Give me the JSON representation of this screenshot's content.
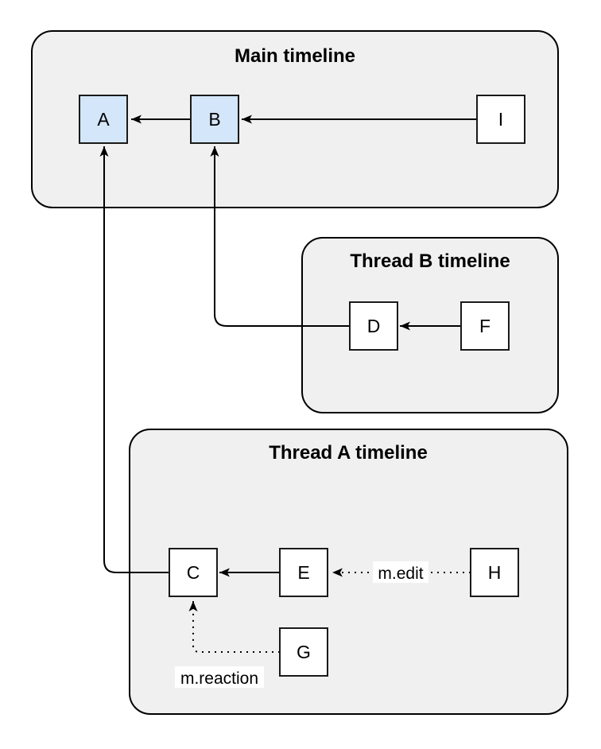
{
  "diagram": {
    "containers": [
      {
        "id": "main-timeline",
        "title": "Main timeline"
      },
      {
        "id": "thread-b-timeline",
        "title": "Thread B timeline"
      },
      {
        "id": "thread-a-timeline",
        "title": "Thread A timeline"
      }
    ],
    "nodes": [
      {
        "id": "A",
        "label": "A",
        "container": "main-timeline",
        "highlighted": true
      },
      {
        "id": "B",
        "label": "B",
        "container": "main-timeline",
        "highlighted": true
      },
      {
        "id": "I",
        "label": "I",
        "container": "main-timeline",
        "highlighted": false
      },
      {
        "id": "D",
        "label": "D",
        "container": "thread-b-timeline",
        "highlighted": false
      },
      {
        "id": "F",
        "label": "F",
        "container": "thread-b-timeline",
        "highlighted": false
      },
      {
        "id": "C",
        "label": "C",
        "container": "thread-a-timeline",
        "highlighted": false
      },
      {
        "id": "E",
        "label": "E",
        "container": "thread-a-timeline",
        "highlighted": false
      },
      {
        "id": "H",
        "label": "H",
        "container": "thread-a-timeline",
        "highlighted": false
      },
      {
        "id": "G",
        "label": "G",
        "container": "thread-a-timeline",
        "highlighted": false
      }
    ],
    "edges": [
      {
        "from": "B",
        "to": "A",
        "style": "solid"
      },
      {
        "from": "I",
        "to": "B",
        "style": "solid"
      },
      {
        "from": "F",
        "to": "D",
        "style": "solid"
      },
      {
        "from": "D",
        "to": "B",
        "style": "solid"
      },
      {
        "from": "E",
        "to": "C",
        "style": "solid"
      },
      {
        "from": "C",
        "to": "A",
        "style": "solid"
      },
      {
        "from": "H",
        "to": "E",
        "style": "dotted",
        "label": "m.edit"
      },
      {
        "from": "G",
        "to": "C",
        "style": "dotted",
        "label": "m.reaction"
      }
    ],
    "colors": {
      "container_fill": "#f0f0f0",
      "container_border": "#000000",
      "node_fill": "#ffffff",
      "node_border": "#1a1a1a",
      "highlighted_node_fill": "#d4e6f9",
      "line": "#000000",
      "label_background": "#ffffff",
      "text": "#000000",
      "page_background": "#ffffff"
    }
  }
}
